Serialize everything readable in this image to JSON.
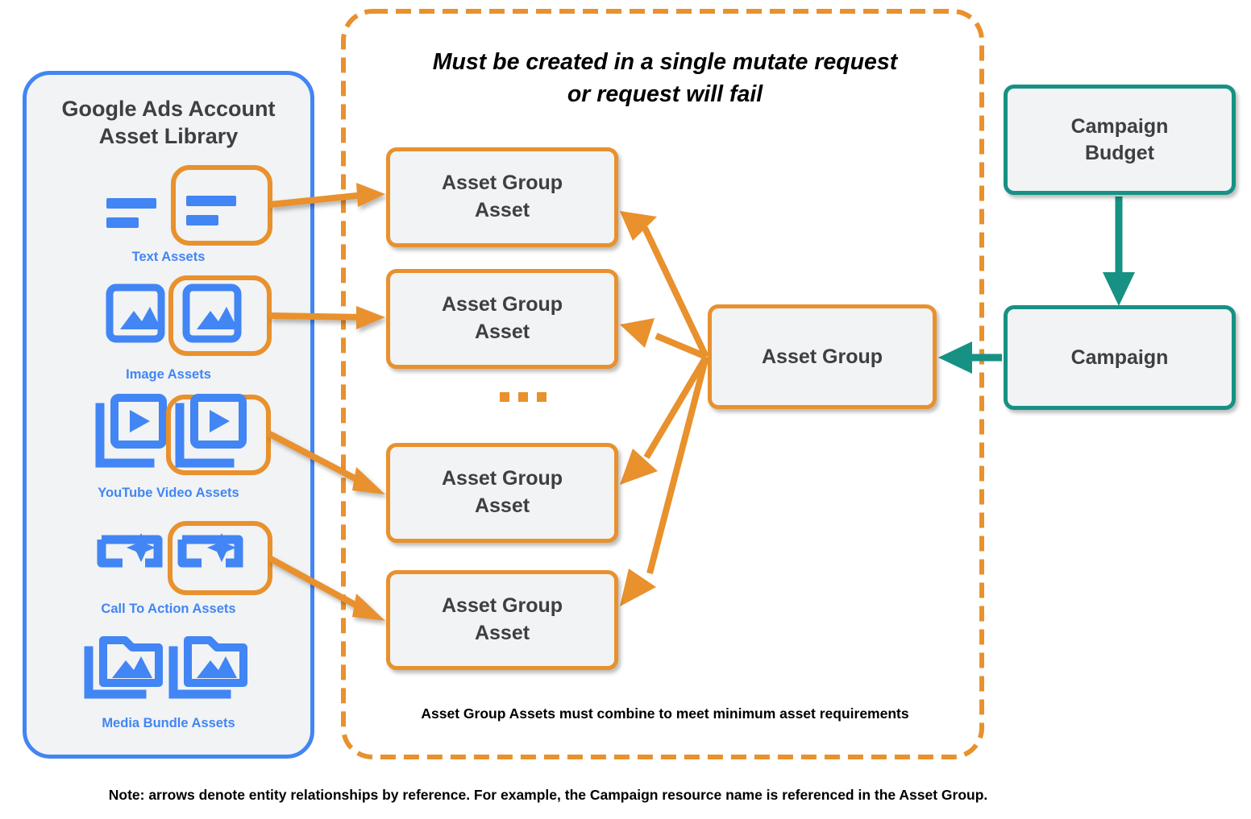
{
  "colors": {
    "orange": "#e8912d",
    "blue": "#4285f4",
    "teal": "#169184",
    "node_fill": "#f1f3f4",
    "text_dark": "#3c4043",
    "black": "#000000"
  },
  "asset_library": {
    "title": "Google Ads Account\nAsset Library",
    "title_line1": "Google Ads Account",
    "title_line2": "Asset Library",
    "items": [
      {
        "caption": "Text Assets",
        "icon": "text-lines-icon",
        "highlighted": true
      },
      {
        "caption": "Image Assets",
        "icon": "image-icon",
        "highlighted": true
      },
      {
        "caption": "YouTube Video  Assets",
        "icon": "video-play-stack-icon",
        "highlighted": true
      },
      {
        "caption": "Call To Action Assets",
        "icon": "call-to-action-icon",
        "highlighted": true
      },
      {
        "caption": "Media Bundle  Assets",
        "icon": "media-bundle-folder-icon",
        "highlighted": false
      }
    ]
  },
  "mutate_region": {
    "title_line1": "Must be created in a single mutate request",
    "title_line2": "or request will fail",
    "footnote": "Asset Group Assets must combine to meet minimum asset requirements",
    "asset_group_assets": [
      {
        "line1": "Asset Group",
        "line2": "Asset"
      },
      {
        "line1": "Asset Group",
        "line2": "Asset"
      },
      {
        "line1": "Asset Group",
        "line2": "Asset"
      },
      {
        "line1": "Asset Group",
        "line2": "Asset"
      }
    ],
    "ellipsis": "..."
  },
  "nodes": {
    "asset_group": "Asset Group",
    "campaign_budget_line1": "Campaign",
    "campaign_budget_line2": "Budget",
    "campaign": "Campaign"
  },
  "note": "Note: arrows denote entity relationships by reference. For example, the Campaign resource name is referenced in the Asset Group."
}
